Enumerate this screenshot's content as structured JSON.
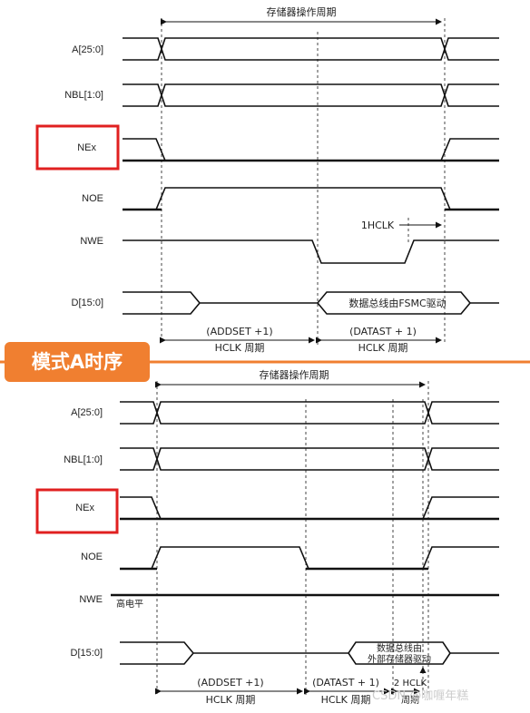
{
  "top": {
    "period_label": "存储器操作周期",
    "signals": [
      "A[25:0]",
      "NBL[1:0]",
      "NEx",
      "NOE",
      "NWE",
      "D[15:0]"
    ],
    "hclk_note": "1HCLK",
    "data_bus_label": "数据总线由FSMC驱动",
    "addset_label": "(ADDSET +1)",
    "datast_label": "(DATAST + 1)",
    "hclk_period": "HCLK 周期"
  },
  "banner": "模式A时序",
  "bottom": {
    "period_label": "存储器操作周期",
    "signals": [
      "A[25:0]",
      "NBL[1:0]",
      "NEx",
      "NOE",
      "NWE",
      "D[15:0]"
    ],
    "nwe_note": "高电平",
    "data_bus_line1": "数据总线由",
    "data_bus_line2": "外部存储器驱动",
    "addset_label": "(ADDSET +1)",
    "datast_label": "(DATAST + 1)",
    "hclk2_line1": "2 HCLK",
    "hclk2_line2": "周期",
    "hclk_period": "HCLK 周期"
  },
  "highlight_color": "#e02020",
  "banner_color": "#f07f30",
  "watermark": "CSDN @咖喱年糕"
}
